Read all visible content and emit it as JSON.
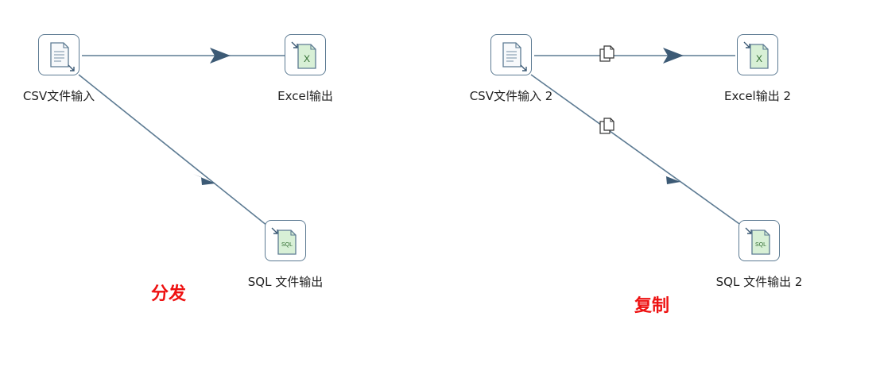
{
  "colors": {
    "hop": "#5d7b93",
    "arrow": "#3c5a75",
    "node_border": "#5d7b93",
    "title": "#ee1111",
    "excel_fill": "#d8f0d6",
    "sql_fill": "#d8f0d6"
  },
  "left": {
    "title": "分发",
    "csv_label": "CSV文件输入",
    "excel_label": "Excel输出",
    "sql_label": "SQL 文件输出"
  },
  "right": {
    "title": "复制",
    "csv_label": "CSV文件输入 2",
    "excel_label": "Excel输出 2",
    "sql_label": "SQL 文件输出 2"
  },
  "icons": {
    "csv": "csv-file-icon",
    "excel": "excel-file-icon",
    "sql": "sql-file-icon",
    "excel_glyph": "X",
    "sql_glyph": "SQL",
    "copy": "copy-icon"
  }
}
